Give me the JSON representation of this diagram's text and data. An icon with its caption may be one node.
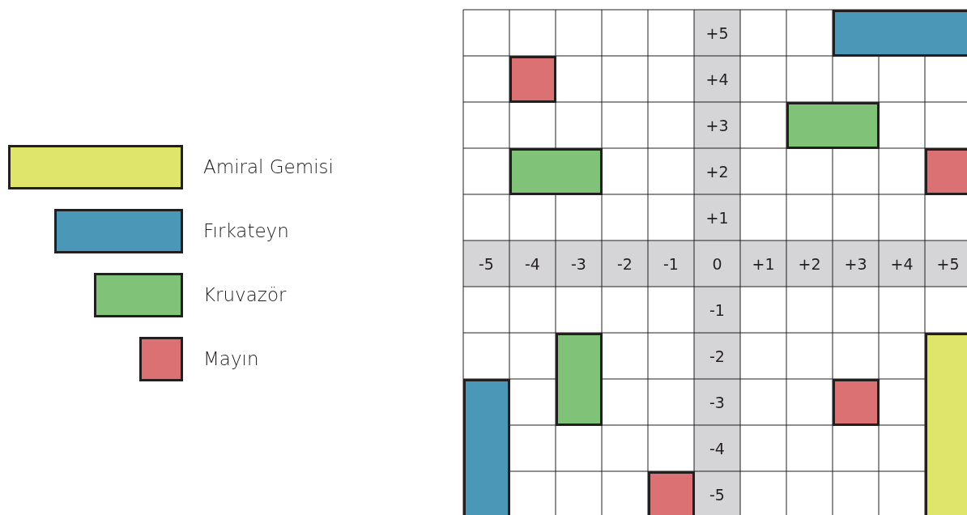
{
  "diagram": {
    "labels": [
      "+5",
      "+4",
      "+3",
      "+2",
      "+1",
      "-5",
      "-4",
      "-3",
      "-2",
      "-1",
      "0",
      "+1",
      "+2",
      "+3",
      "+4",
      "+5",
      "-1",
      "-2",
      "-3",
      "-4",
      "-5"
    ],
    "legend": [
      {
        "text": "Amiral Gemisi",
        "color": "#dfe46a"
      },
      {
        "text": "Fırkateyn",
        "color": "#4a97b8"
      },
      {
        "text": "Kruvazör",
        "color": "#80c277"
      },
      {
        "text": "Mayın",
        "color": "#dc7173"
      }
    ]
  }
}
